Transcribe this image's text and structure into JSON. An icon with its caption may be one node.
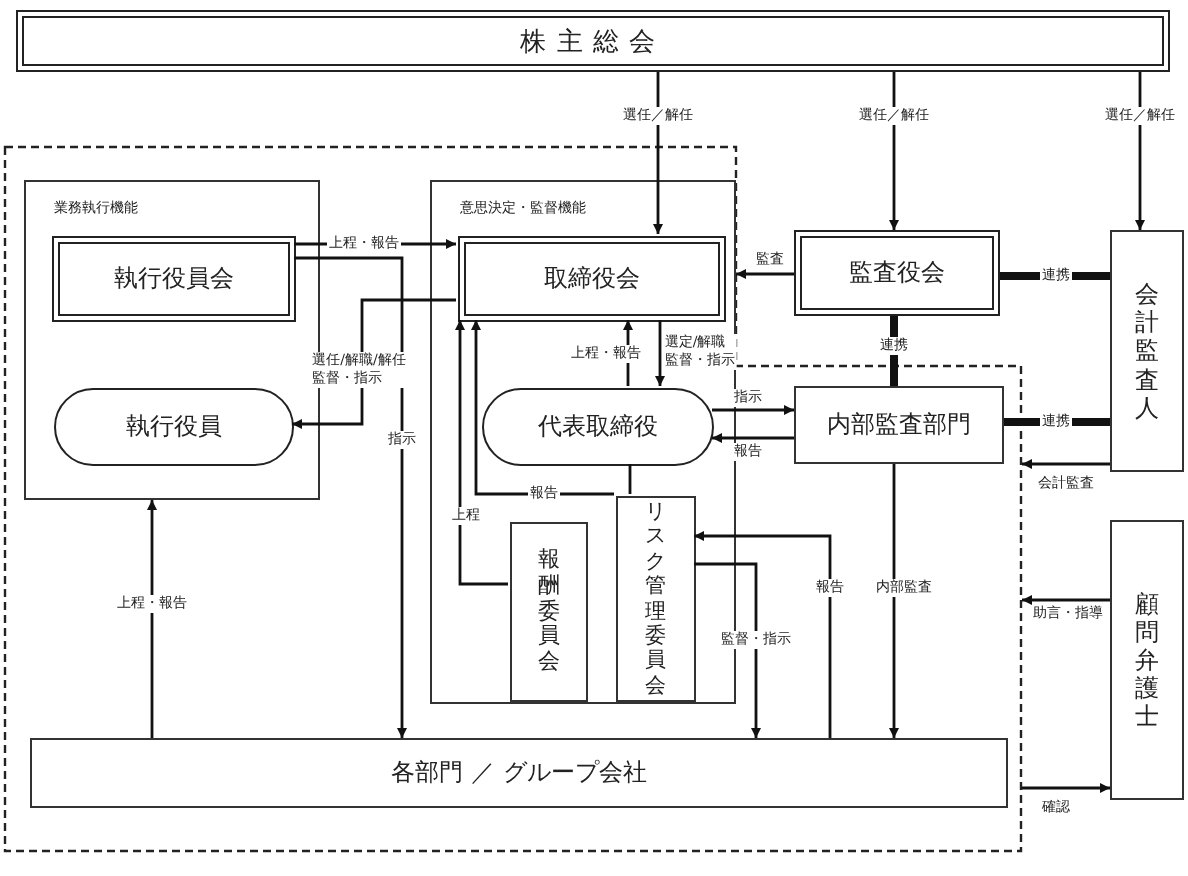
{
  "diagram": {
    "nodes": [
      {
        "text": [
          "株主総会"
        ]
      },
      {
        "text": [],
        "shape": "box"
      },
      {
        "text": [
          "業務執行機能"
        ],
        "in": 1
      },
      {
        "text": [
          "執行役員会"
        ],
        "in": 2
      },
      {
        "text": [
          "執行役員"
        ],
        "in": 2
      },
      {
        "text": [
          "意思決定・監督機能"
        ],
        "in": 1
      },
      {
        "text": [
          "取締役会"
        ],
        "in": 5
      },
      {
        "text": [
          "代表取締役"
        ],
        "in": 5
      },
      {
        "text": [
          "報酬委員会"
        ],
        "in": 5
      },
      {
        "text": [
          "リスク管理委員会"
        ],
        "in": 5
      },
      {
        "text": [
          "監査役会"
        ]
      },
      {
        "text": [
          "内部監査部門"
        ],
        "in": 1
      },
      {
        "text": [
          "会計監査人"
        ]
      },
      {
        "text": [
          "顧問弁護士"
        ]
      },
      {
        "text": [
          "各部門 ／ グループ会社"
        ],
        "in": 1
      }
    ],
    "edges": [
      {
        "from": 0,
        "to": 6,
        "arrow": "to",
        "label": "選任／解任"
      },
      {
        "from": 0,
        "to": 10,
        "arrow": "to",
        "label": "選任／解任"
      },
      {
        "from": 0,
        "to": 12,
        "arrow": "to",
        "label": "選任／解任"
      },
      {
        "from": 3,
        "to": 6,
        "arrow": "to",
        "label": "上程・報告"
      },
      {
        "from": 6,
        "to": 4,
        "arrow": "to",
        "label": "選任/解職/解任監督・指示"
      },
      {
        "from": 3,
        "to": 14,
        "arrow": "to",
        "label": "指示"
      },
      {
        "from": 14,
        "to": 2,
        "arrow": "to",
        "label": "上程・報告"
      },
      {
        "from": 7,
        "to": 6,
        "arrow": "to",
        "label": "上程・報告"
      },
      {
        "from": 6,
        "to": 7,
        "arrow": "to",
        "label": "選定/解職監督・指示"
      },
      {
        "from": 10,
        "to": 5,
        "arrow": "to",
        "label": "監査"
      },
      {
        "from": 10,
        "to": 11,
        "arrow": "none",
        "label": "連携",
        "style": "thick"
      },
      {
        "from": 10,
        "to": 12,
        "arrow": "none",
        "label": "連携",
        "style": "thick"
      },
      {
        "from": 11,
        "to": 12,
        "arrow": "none",
        "label": "連携",
        "style": "thick"
      },
      {
        "from": 7,
        "to": 11,
        "arrow": "to",
        "label": "指示"
      },
      {
        "from": 11,
        "to": 7,
        "arrow": "to",
        "label": "報告"
      },
      {
        "from": 12,
        "to": 1,
        "arrow": "to",
        "label": "会計監査"
      },
      {
        "from": 13,
        "to": 1,
        "arrow": "to",
        "label": "助言・指導"
      },
      {
        "from": 1,
        "to": 13,
        "arrow": "to",
        "label": "確認"
      },
      {
        "from": 11,
        "to": 14,
        "arrow": "to",
        "label": "内部監査"
      },
      {
        "from": 14,
        "to": 9,
        "arrow": "to",
        "label": "報告"
      },
      {
        "from": 9,
        "to": 14,
        "arrow": "to",
        "label": "監督・指示"
      },
      {
        "from": 9,
        "to": 6,
        "arrow": "to",
        "label": "報告"
      },
      {
        "from": 9,
        "to": 7,
        "arrow": "none"
      },
      {
        "from": 8,
        "to": 6,
        "arrow": "to",
        "label": "上程"
      }
    ]
  }
}
